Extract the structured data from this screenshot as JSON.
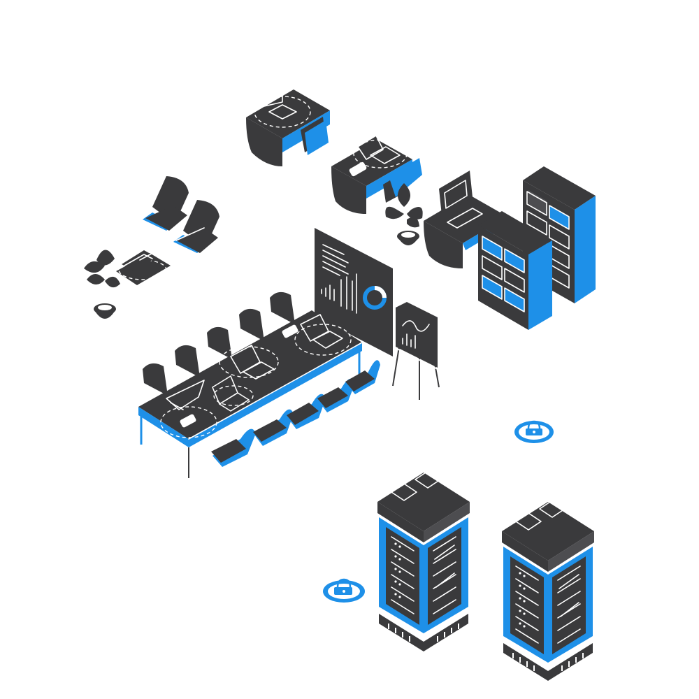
{
  "illustration": {
    "colors": {
      "dark": "#3a3a3c",
      "mid": "#4a4a4c",
      "accent": "#1e90e8",
      "line": "#ffffff",
      "outline": "#2b2b2d",
      "background": "#ffffff"
    },
    "objects": [
      "single-desk-with-laptop",
      "desk-with-laptop-and-phone",
      "desk-with-monitor",
      "filing-cabinet-tall",
      "filing-cabinet-front",
      "lounge-chairs",
      "plant-and-laptop-mat",
      "presentation-screen",
      "flipchart-easel",
      "conference-table",
      "lock-badge-right",
      "lock-badge-left",
      "server-rack-left",
      "server-rack-right"
    ]
  }
}
